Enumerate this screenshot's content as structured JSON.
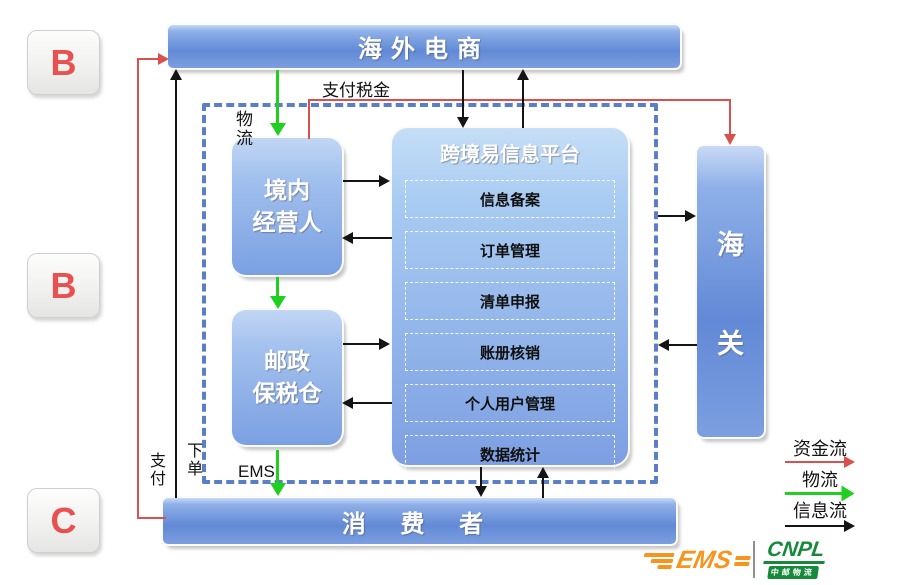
{
  "badges": {
    "b_top": "B",
    "b_mid": "B",
    "c_bottom": "C"
  },
  "nodes": {
    "overseas": "海外电商",
    "operator_line1": "境内",
    "operator_line2": "经营人",
    "warehouse_line1": "邮政",
    "warehouse_line2": "保税仓",
    "customs_line1": "海",
    "customs_line2": "关",
    "consumer": "消 费 者",
    "platform_title": "跨境易信息平台",
    "modules": [
      "信息备案",
      "订单管理",
      "清单申报",
      "账册核销",
      "个人用户管理",
      "数据统计"
    ]
  },
  "edge_labels": {
    "pay_tax": "支付税金",
    "logistics": "物流",
    "ems": "EMS",
    "order": "下单",
    "pay": "支付"
  },
  "legend": {
    "fund_flow": "资金流",
    "goods_flow": "物流",
    "info_flow": "信息流"
  },
  "logos": {
    "ems": "EMS",
    "cnpl": "CNPL",
    "cnpl_sub": "中邮物流"
  },
  "colors": {
    "fund_flow_red": "#d9504c",
    "goods_flow_green": "#21cf21",
    "info_flow_black": "#141414",
    "node_blue": "#6289d6",
    "badge_letter_red": "#e8514f",
    "dashed_border_blue": "#5b7ec8",
    "ems_orange": "#f7941d",
    "cnpl_green": "#168a3a"
  }
}
